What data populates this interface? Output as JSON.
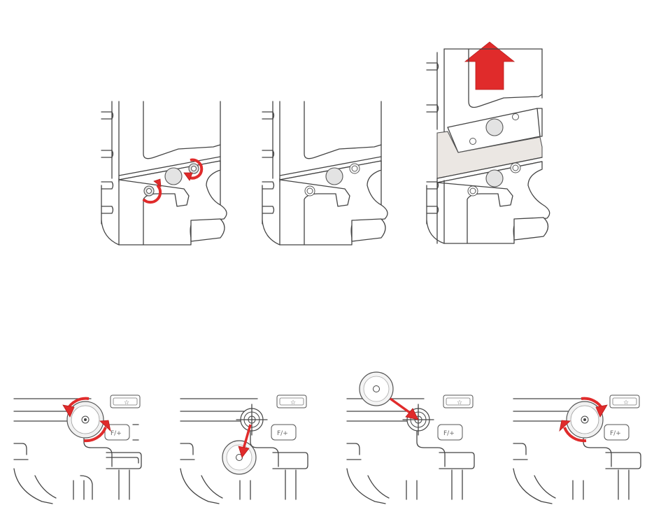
{
  "figure": {
    "panels_top": [
      "unscrew-screws",
      "screws-removed",
      "slide-off-cover"
    ],
    "panels_bottom": [
      "unscrew-knob",
      "remove-knob",
      "insert-knob",
      "tighten-knob"
    ]
  },
  "button_labels": {
    "star_key": "☆",
    "f_key": "F/+"
  },
  "colors": {
    "arrow_red": "#e02b2b",
    "outline": "#444444",
    "gap_fill": "#ebe7e3"
  },
  "icons": {
    "rotate": "rotate-arrow-icon",
    "remove_direction": "direction-arrow-icon",
    "lift": "lift-arrow-icon"
  }
}
